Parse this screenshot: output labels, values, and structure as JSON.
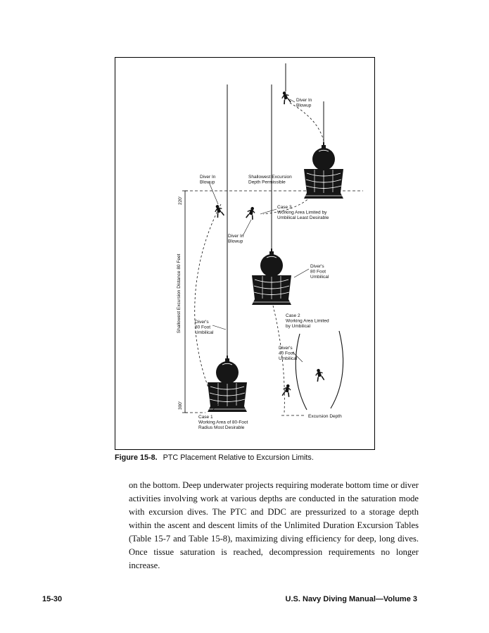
{
  "colors": {
    "ink": "#111111",
    "paper": "#ffffff"
  },
  "figure": {
    "caption_label": "Figure 15-8.",
    "caption_text": "PTC Placement Relative to Excursion Limits."
  },
  "diagram": {
    "depth_top": "220'",
    "depth_bottom": "300'",
    "axis_label": "Shallowest Excursion Distance 80 Feet",
    "labels": {
      "diver_blowup_top": [
        "Diver In",
        "Blowup"
      ],
      "diver_blowup_left": [
        "Diver In",
        "Blowup"
      ],
      "shallowest_permissible": [
        "Shallowest Excursion",
        "Depth Permissible"
      ],
      "case3": [
        "Case 3",
        "Working Area Limited by",
        "Umbilical Least Desirable"
      ],
      "diver_blowup_mid": [
        "Diver In",
        "Blowup"
      ],
      "umbilical_80_right": [
        "Diver's",
        "80 Foot",
        "Umbilical"
      ],
      "case2": [
        "Case 2",
        "Working Area Limited",
        "by Umbilical"
      ],
      "umbilical_80_left": [
        "Diver's",
        "80 Foot",
        "Umbilical"
      ],
      "umbilical_40": [
        "Diver's",
        "40 Foot",
        "Umbilical"
      ],
      "case1": [
        "Case 1",
        "Working Area of 80-Foot",
        "Radius Most Desirable"
      ],
      "excursion_depth": "Excursion Depth"
    }
  },
  "body": {
    "paragraph": "on the bottom. Deep underwater projects requiring moderate bottom time or diver activities involving work at various depths are conducted in the saturation mode with excursion dives. The PTC and DDC are pressurized to a storage depth within the ascent and descent limits of the Unlimited Duration Excursion Tables (Table 15-7 and Table 15-8), maximizing diving efficiency for deep, long dives. Once tissue saturation is reached, decompression requirements no longer increase."
  },
  "footer": {
    "page_number": "15-30",
    "manual_title": "U.S. Navy Diving Manual—Volume 3"
  }
}
